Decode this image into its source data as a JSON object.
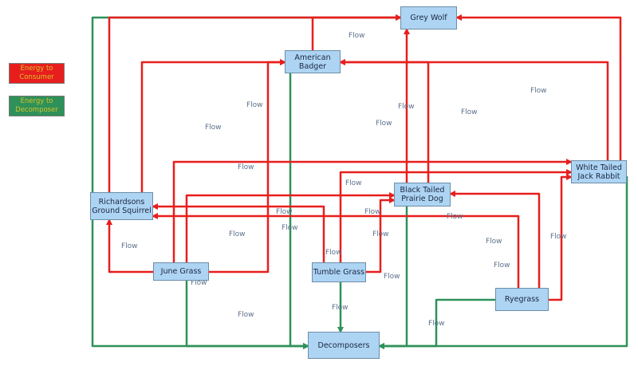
{
  "legend": {
    "consumer": {
      "label": "Energy to\nConsumer",
      "color": "#e81e1e"
    },
    "decomposer": {
      "label": "Energy to\nDecomposer",
      "color": "#2e9159"
    }
  },
  "nodes": {
    "grey_wolf": "Grey Wolf",
    "american_badger": "American\nBadger",
    "white_tailed_jack_rabbit": "White Tailed\nJack Rabbit",
    "black_tailed_prairie_dog": "Black Tailed\nPrairie Dog",
    "richardsons_ground_squirrel": "Richardsons\nGround Squirrel",
    "june_grass": "June Grass",
    "tumble_grass": "Tumble Grass",
    "ryegrass": "Ryegrass",
    "decomposers": "Decomposers"
  },
  "edge_label": "Flow",
  "colors": {
    "consumer_arrow": "#e81e1e",
    "decomposer_arrow": "#2e9159",
    "node_fill": "#aed4f4"
  }
}
